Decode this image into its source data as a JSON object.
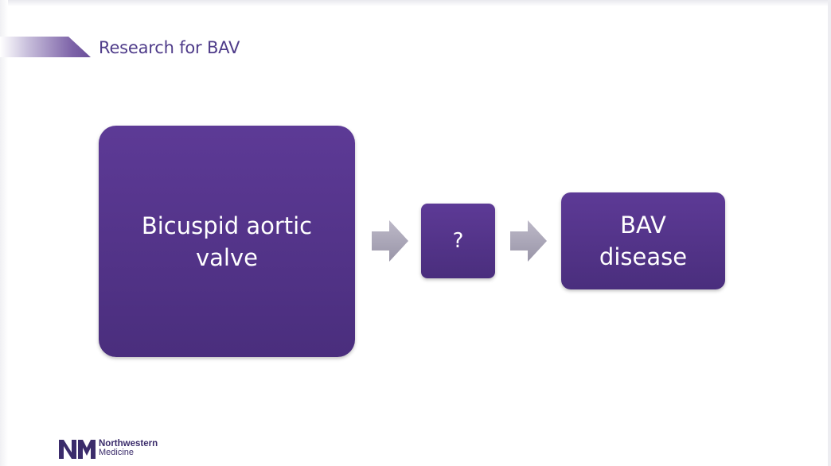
{
  "slide": {
    "title": "Research for BAV"
  },
  "diagram": {
    "start_box": {
      "line1": "Bicuspid aortic",
      "line2": "valve"
    },
    "middle_box": {
      "label": "?"
    },
    "end_box": {
      "line1": "BAV",
      "line2": "disease"
    },
    "arrow_icon": "arrow-right-icon"
  },
  "logo": {
    "name_line1": "Northwestern",
    "name_line2": "Medicine",
    "mark_icon": "northwestern-medicine-logo-mark"
  },
  "colors": {
    "title": "#4f3c8a",
    "box_fill": "#55358c",
    "arrow": "#a9a5b6",
    "text_on_box": "#ffffff"
  }
}
